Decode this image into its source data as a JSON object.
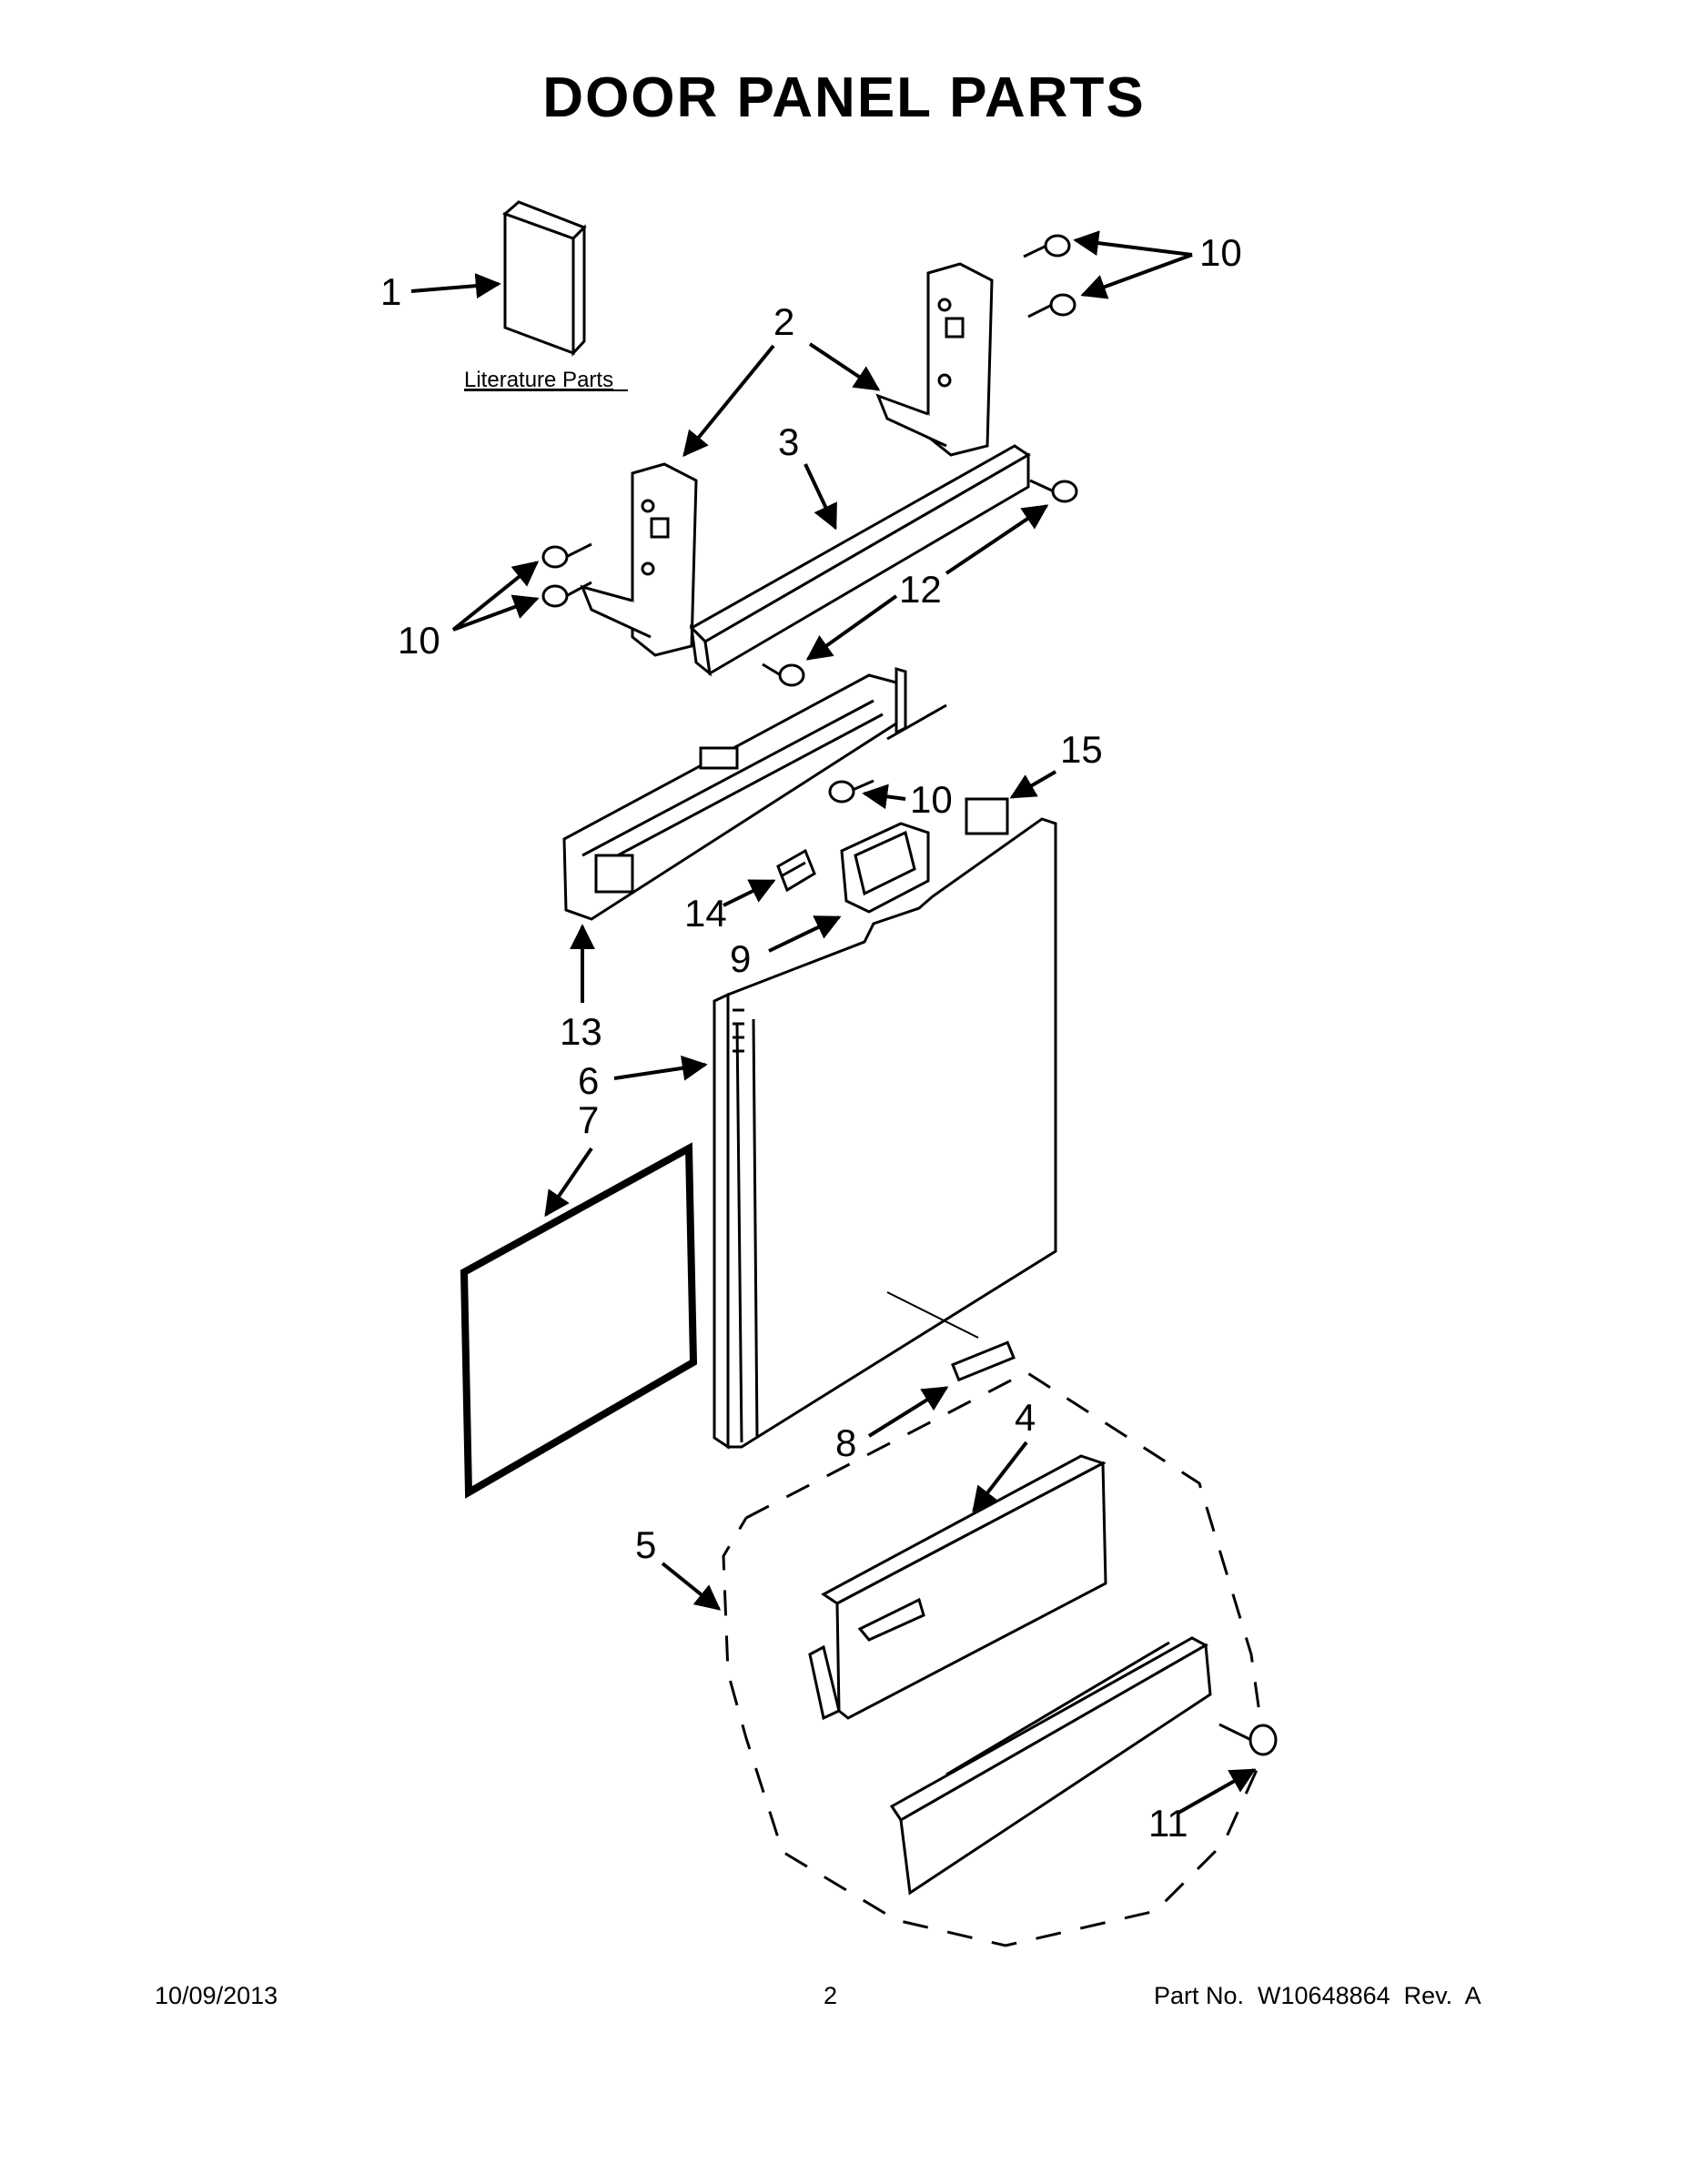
{
  "title": "DOOR PANEL PARTS",
  "literature_label": "Literature Parts",
  "callouts": {
    "c1": "1",
    "c2": "2",
    "c3": "3",
    "c4": "4",
    "c5": "5",
    "c6": "6",
    "c7": "7",
    "c8": "8",
    "c9": "9",
    "c10": "10",
    "c11": "11",
    "c12": "12",
    "c13": "13",
    "c14": "14",
    "c15": "15"
  },
  "footer": {
    "date": "10/09/2013",
    "page": "2",
    "part_no": "Part No.  W10648864  Rev.  A"
  }
}
